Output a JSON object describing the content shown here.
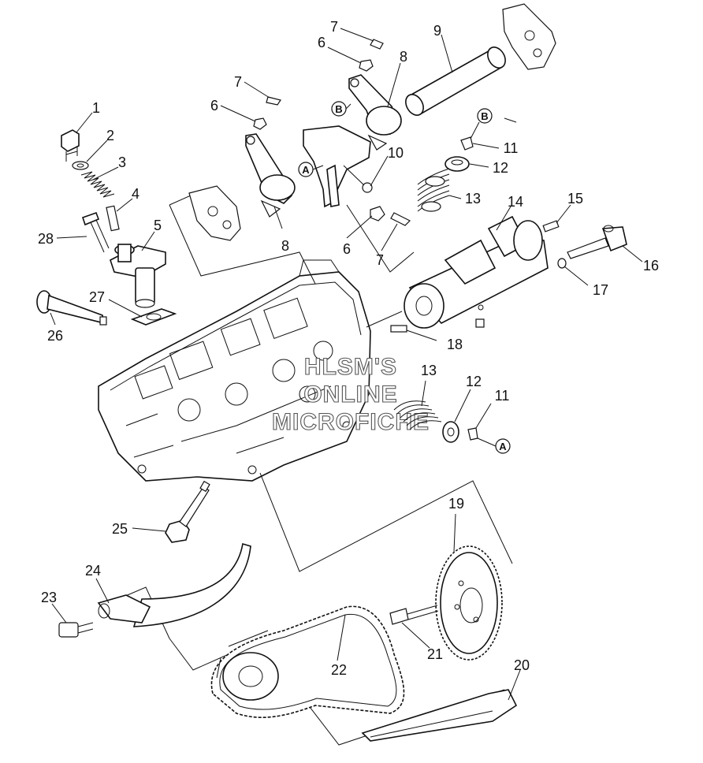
{
  "watermark": [
    "HLSM'S",
    "ONLINE",
    "MICROFICHE"
  ],
  "ref_markers": [
    "A",
    "B"
  ],
  "callouts": [
    "1",
    "2",
    "3",
    "4",
    "5",
    "6",
    "7",
    "8",
    "9",
    "10",
    "11",
    "12",
    "13",
    "14",
    "15",
    "16",
    "17",
    "18",
    "19",
    "20",
    "21",
    "22",
    "23",
    "24",
    "25",
    "26",
    "27",
    "28"
  ]
}
